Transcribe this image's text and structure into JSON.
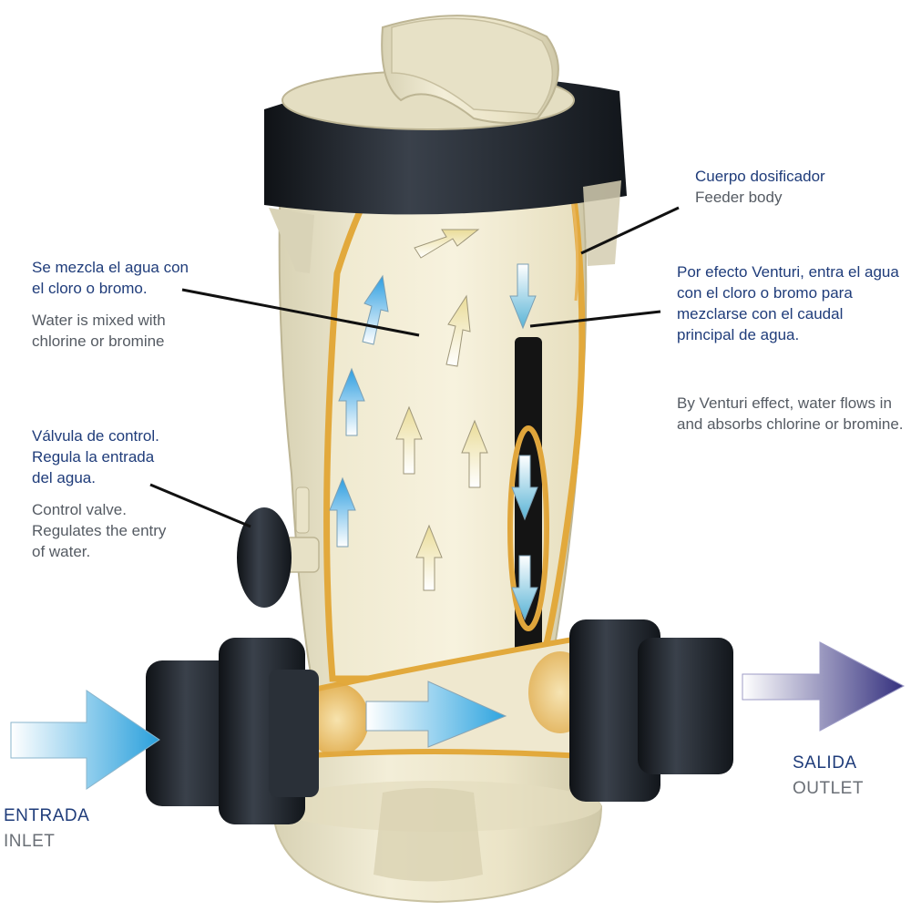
{
  "labels": {
    "mix": {
      "es": [
        "Se mezcla el agua con",
        "el cloro o bromo."
      ],
      "en": [
        "Water is mixed with",
        "chlorine or bromine"
      ]
    },
    "valve": {
      "es": [
        "Válvula de control.",
        "Regula la entrada",
        "del agua."
      ],
      "en": [
        "Control valve.",
        "Regulates the entry",
        "of water."
      ]
    },
    "body": {
      "es": "Cuerpo dosificador",
      "en": "Feeder body"
    },
    "venturi": {
      "es": [
        "Por efecto Venturi, entra el agua",
        "con el cloro o bromo para",
        "mezclarse con el caudal",
        "principal de agua."
      ],
      "en": [
        "By Venturi effect, water flows in",
        "and absorbs chlorine or bromine."
      ]
    },
    "inlet": {
      "es": "ENTRADA",
      "en": "INLET"
    },
    "outlet": {
      "es": "SALIDA",
      "en": "OUTLET"
    }
  },
  "colors": {
    "label_es": "#1f3c7a",
    "label_en": "#555b63",
    "body_fill": "#ece6cc",
    "body_outline": "#e2a93c",
    "fitting": "#1d2229",
    "arrow_blue": "#3aa6dd",
    "arrow_yellow": "#efe2a2",
    "arrow_outlet": "#3b3a86"
  }
}
